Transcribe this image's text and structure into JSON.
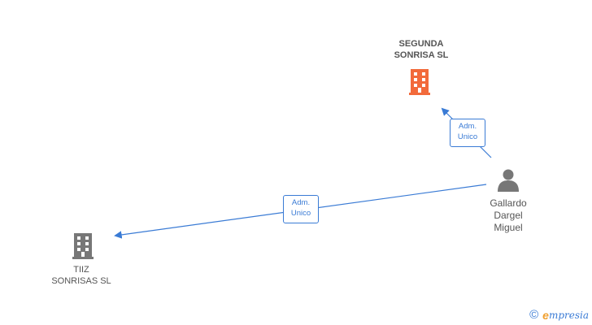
{
  "colors": {
    "company_highlight": "#f26a3b",
    "company": "#777777",
    "person": "#777777",
    "edge": "#3a7bd5"
  },
  "nodes": {
    "segunda": {
      "line1": "SEGUNDA",
      "line2": "SONRISA  SL",
      "icon": "building-icon"
    },
    "tiiz": {
      "line1": "TIIZ",
      "line2": "SONRISAS  SL",
      "icon": "building-icon"
    },
    "gallardo": {
      "line1": "Gallardo",
      "line2": "Dargel",
      "line3": "Miguel",
      "icon": "person-icon"
    }
  },
  "edges": {
    "to_segunda": {
      "line1": "Adm.",
      "line2": "Unico"
    },
    "to_tiiz": {
      "line1": "Adm.",
      "line2": "Unico"
    }
  },
  "brand": {
    "copyright": "©",
    "e": "e",
    "rest": "mpresia"
  }
}
